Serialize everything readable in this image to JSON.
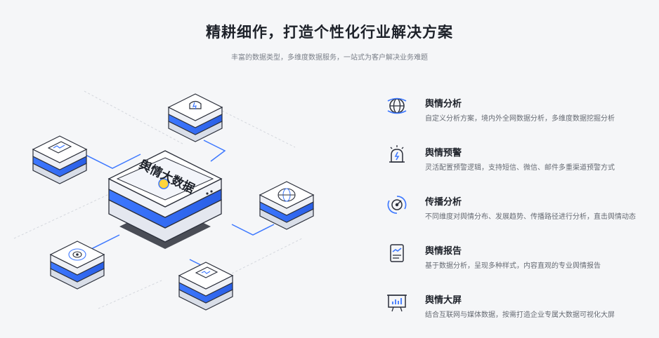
{
  "header": {
    "title": "精耕细作，打造个性化行业解决方案",
    "subtitle": "丰富的数据类型，多维度数据服务，一站式为客户解决业务难题"
  },
  "illustration": {
    "center_label": "舆情大数据",
    "accent_color": "#2f6bff"
  },
  "features": [
    {
      "icon": "globe-icon",
      "title": "舆情分析",
      "desc": "自定义分析方案，境内外全网数据分析，多维度数据挖掘分析"
    },
    {
      "icon": "alarm-icon",
      "title": "舆情预警",
      "desc": "灵活配置预警逻辑，支持短信、微信、邮件多重渠道预警方式"
    },
    {
      "icon": "broadcast-icon",
      "title": "传播分析",
      "desc": "不同维度对舆情分布、发展趋势、传播路径进行分析，直击舆情动态"
    },
    {
      "icon": "report-icon",
      "title": "舆情报告",
      "desc": "基于数据分析，呈现多种样式，内容直观的专业舆情报告"
    },
    {
      "icon": "dashboard-icon",
      "title": "舆情大屏",
      "desc": "结合互联网与媒体数据，按需打造企业专属大数据可视化大屏"
    }
  ]
}
